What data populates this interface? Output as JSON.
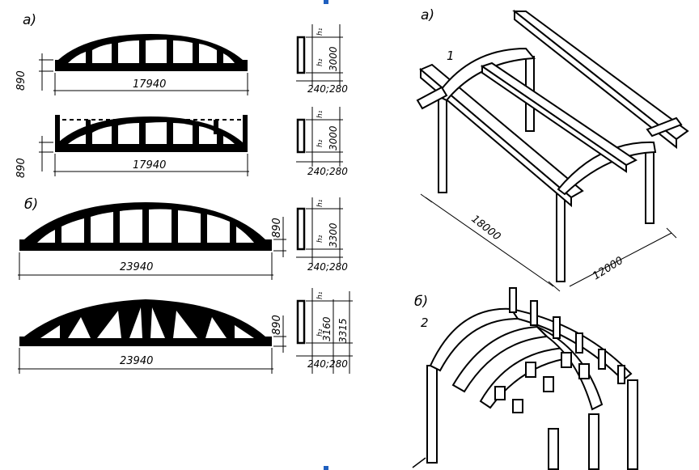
{
  "labels": {
    "a_left": "а)",
    "b_left": "б)",
    "a_right": "а)",
    "b_right": "б)",
    "callout_1": "1",
    "callout_2": "2"
  },
  "truss1": {
    "span": "17940",
    "height": "890",
    "sec_top": "h₁",
    "sec_mid": "h₂",
    "sec_dim": "3000",
    "sec_base": "240;280"
  },
  "truss2": {
    "span": "17940",
    "height": "890",
    "sec_top": "h₁",
    "sec_mid": "h₂",
    "sec_dim": "3000",
    "sec_base": "240;280"
  },
  "truss3": {
    "span": "23940",
    "height": "890",
    "sec_top": "h₁",
    "sec_mid": "h₂",
    "sec_dim": "3300",
    "sec_base": "240;280"
  },
  "truss4": {
    "span": "23940",
    "height": "890",
    "sec_top": "h₁",
    "sec_mid": "h₂",
    "sec_dim": "3160",
    "sec_dim2": "3315",
    "sec_base": "240;280"
  },
  "frame": {
    "length": "18000",
    "width": "12000"
  }
}
